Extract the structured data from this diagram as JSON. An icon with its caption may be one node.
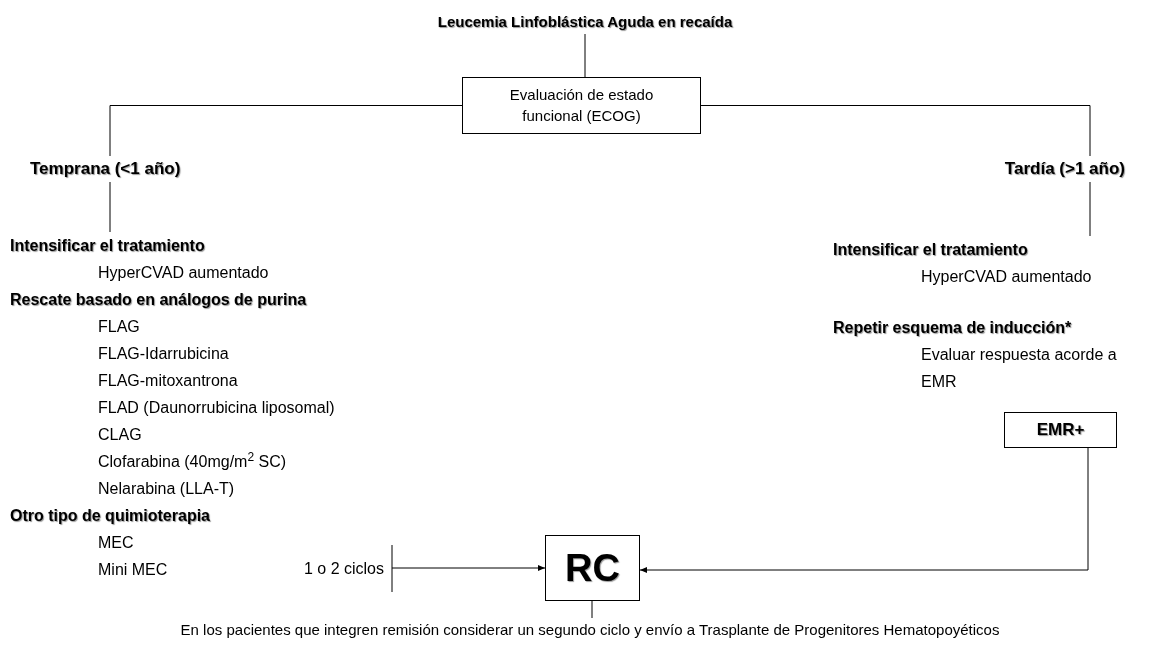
{
  "diagram": {
    "nodes": [
      {
        "text": [
          "Leucemia Linfoblástica Aguda en recaída"
        ]
      },
      {
        "text": [
          "Evaluación de estado funcional (ECOG)"
        ]
      },
      {
        "text": [
          "Temprana (<1 año)"
        ]
      },
      {
        "text": [
          "Tardía (>1 año)"
        ]
      },
      {
        "text": [
          "Intensificar el tratamiento",
          "HyperCVAD aumentado",
          "Rescate basado en análogos de purina",
          "FLAG",
          "FLAG-Idarrubicina",
          "FLAG-mitoxantrona",
          "FLAD (Daunorrubicina liposomal)",
          "CLAG",
          "Clofarabina (40mg/m$^{2}$ SC)",
          "Nelarabina (LLA-T)",
          "Otro tipo de quimioterapia",
          "MEC",
          "Mini MEC"
        ]
      },
      {
        "text": [
          "Intensificar el tratamiento",
          "HyperCVAD aumentado",
          "Repetir esquema de inducción*",
          "Evaluar respuesta acorde a EMR"
        ]
      },
      {
        "text": [
          "EMR+"
        ]
      },
      {
        "text": [
          "RC"
        ]
      },
      {
        "text": [
          "En los pacientes que integren remisión considerar un segundo ciclo y envío a Trasplante de Progenitores Hematopoyéticos"
        ]
      },
      {
        "text": [
          "1 o 2 ciclos"
        ]
      }
    ],
    "edges": [
      {
        "from": 0,
        "to": 1,
        "arrow": "none"
      },
      {
        "from": 1,
        "to": 2,
        "arrow": "none"
      },
      {
        "from": 1,
        "to": 3,
        "arrow": "none"
      },
      {
        "from": 2,
        "to": 4,
        "arrow": "none"
      },
      {
        "from": 3,
        "to": 5,
        "arrow": "none"
      },
      {
        "from": 6,
        "to": 7,
        "arrow": "to"
      },
      {
        "from": 9,
        "to": 7,
        "arrow": "to"
      },
      {
        "from": 7,
        "to": 8,
        "arrow": "none"
      }
    ]
  }
}
